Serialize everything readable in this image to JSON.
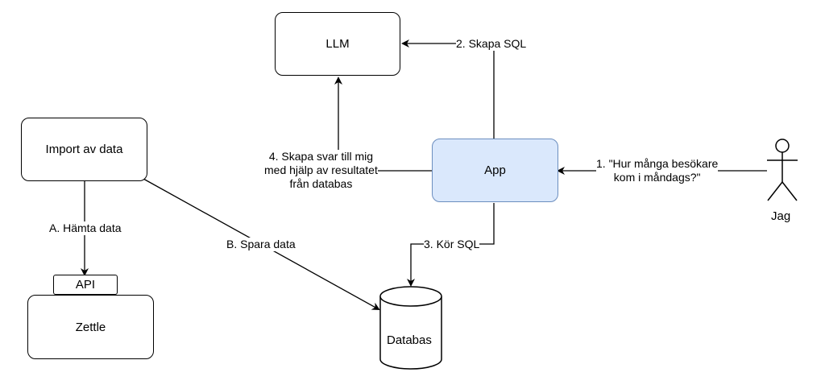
{
  "nodes": {
    "llm": "LLM",
    "app": "App",
    "import": "Import av data",
    "api": "API",
    "zettle": "Zettle",
    "databas": "Databas",
    "actor": "Jag"
  },
  "edges": {
    "skapa_sql": "2. Skapa SQL",
    "question_line1": "1. \"Hur många besökare",
    "question_line2": "kom i måndags?\"",
    "svar_line1": "4. Skapa svar till mig",
    "svar_line2": "med hjälp av resultatet",
    "svar_line3": "från databas",
    "kor_sql": "3. Kör SQL",
    "hamta": "A. Hämta data",
    "spara": "B. Spara data"
  },
  "colors": {
    "app_fill": "#dae8fc",
    "app_stroke": "#6c8ebf",
    "line": "#000000"
  }
}
